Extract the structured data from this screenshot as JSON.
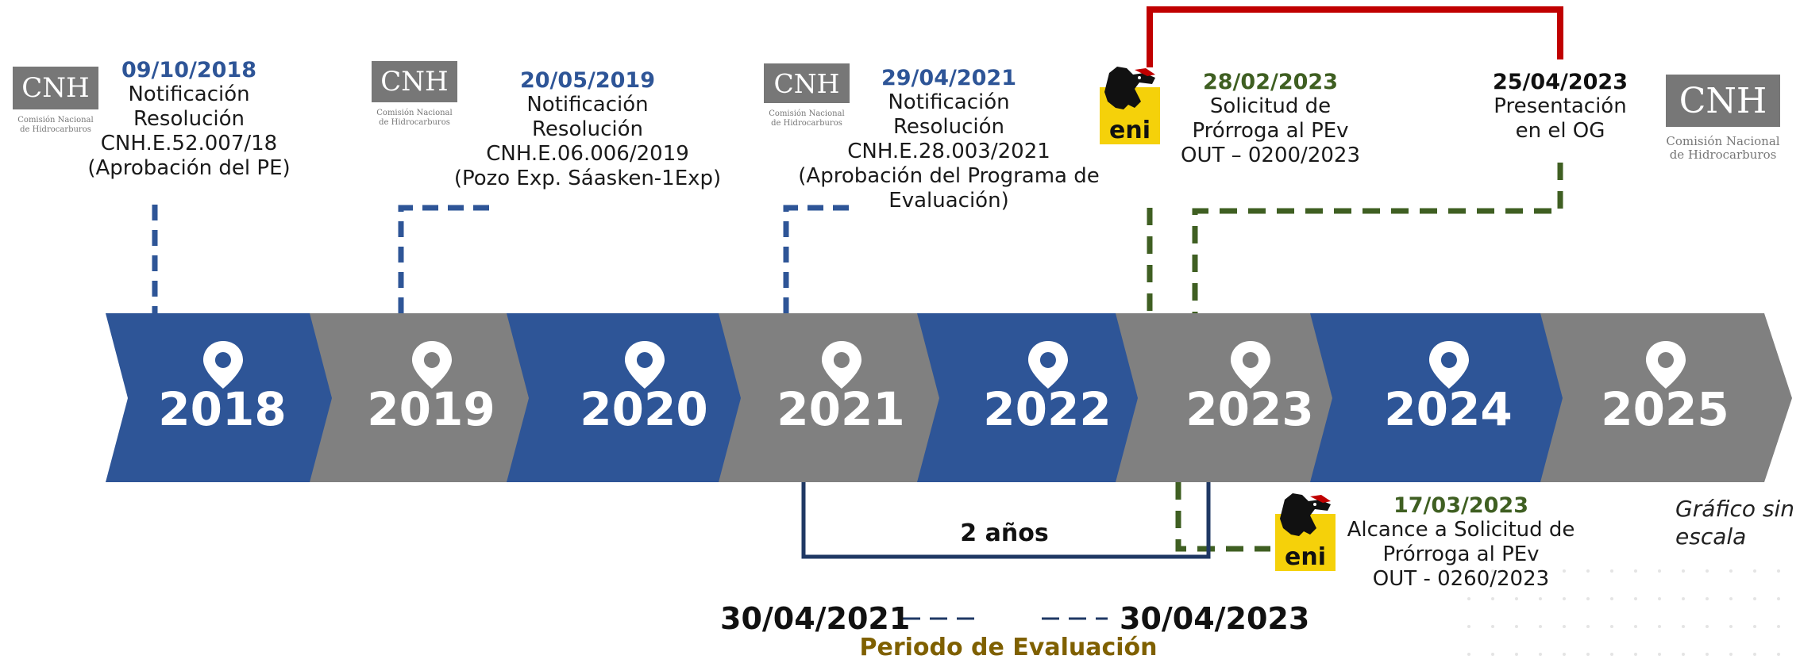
{
  "timeline": {
    "years": [
      "2018",
      "2019",
      "2020",
      "2021",
      "2022",
      "2023",
      "2024",
      "2025"
    ]
  },
  "logos": {
    "cnh_text": "CNH",
    "cnh_sub_line1": "Comisión Nacional",
    "cnh_sub_line2": "de Hidrocarburos",
    "eni_text": "eni"
  },
  "events": [
    {
      "date": "09/10/2018",
      "line1": "Notificación",
      "line2": "Resolución",
      "line3": "CNH.E.52.007/18",
      "line4": "(Aprobación del PE)"
    },
    {
      "date": "20/05/2019",
      "line1": "Notificación",
      "line2": "Resolución",
      "line3": "CNH.E.06.006/2019",
      "line4": "(Pozo Exp. Sáasken-1Exp)"
    },
    {
      "date": "29/04/2021",
      "line1": "Notificación",
      "line2": "Resolución",
      "line3": "CNH.E.28.003/2021",
      "line4": "(Aprobación del Programa de",
      "line5": "Evaluación)"
    },
    {
      "date": "28/02/2023",
      "line1": "Solicitud de",
      "line2": "Prórroga al PEv",
      "line3": "OUT – 0200/2023"
    },
    {
      "date": "25/04/2023",
      "line1": "Presentación",
      "line2": "en el OG"
    },
    {
      "date": "17/03/2023",
      "line1": "Alcance a Solicitud de",
      "line2": "Prórroga al PEv",
      "line3": "OUT - 0260/2023"
    }
  ],
  "evaluation": {
    "duration": "2 años",
    "start": "30/04/2021",
    "end": "30/04/2023",
    "label": "Periodo de Evaluación"
  },
  "note": {
    "line1": "Gráfico sin",
    "line2": "escala"
  },
  "colors": {
    "blue": "#2e5597",
    "gray": "#808080",
    "green": "#3f5f22",
    "red": "#c00000",
    "navy": "#1f3864",
    "gold": "#7f6000"
  }
}
